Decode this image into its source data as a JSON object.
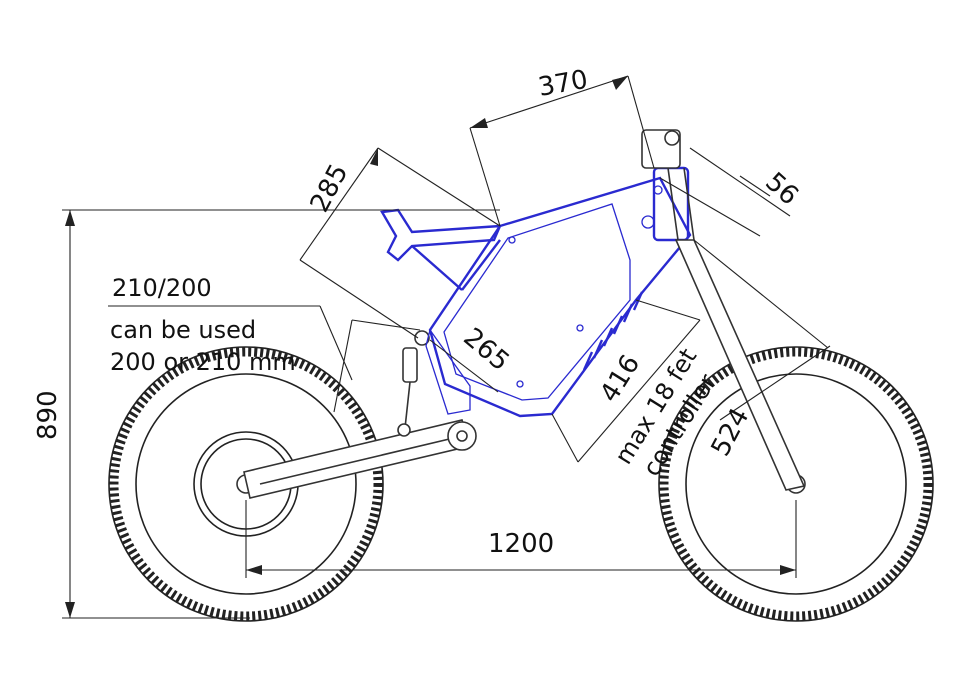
{
  "dimensions": {
    "frame_top": "370",
    "seat": "285",
    "head_offset": "56",
    "height": "890",
    "rear_wheel_spec": "210/200",
    "downtube": "265",
    "battery": "416",
    "fork": "524",
    "wheelbase": "1200"
  },
  "notes": {
    "rear_note_line1": "can be used",
    "rear_note_line2": "200 or 210 mm",
    "controller_line1": "max 18 fet",
    "controller_line2": "controller"
  },
  "colors": {
    "frame": "#2a2ad0",
    "lines": "#222222",
    "background": "#ffffff"
  }
}
